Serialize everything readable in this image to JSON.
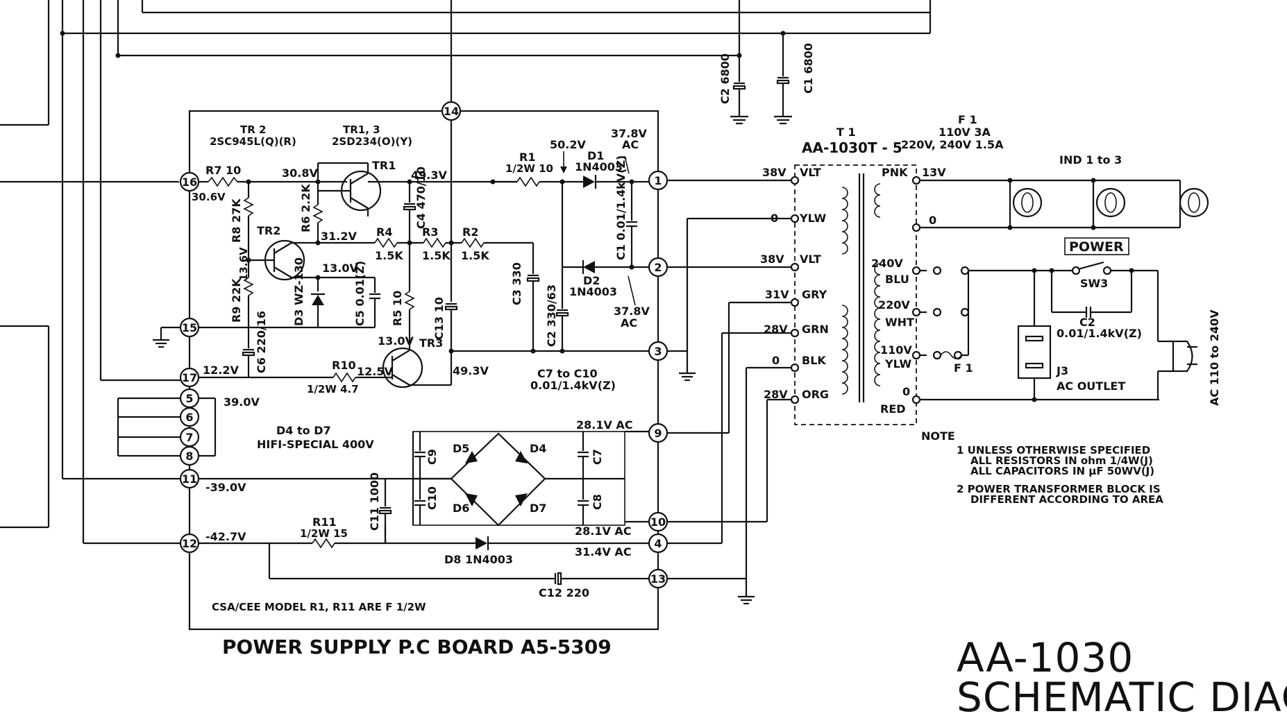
{
  "title": {
    "model": "AA-1030",
    "sub": "SCHEMATIC DIAG"
  },
  "board": {
    "label": "POWER SUPPLY  P.C BOARD  A5-5309",
    "csa_note": "CSA/CEE  MODEL  R1, R11  ARE F 1/2W"
  },
  "transistors": {
    "tr2_head": "TR 2",
    "tr2_part": "2SC945L(Q)(R)",
    "tr13_head": "TR1, 3",
    "tr13_part": "2SD234(O)(Y)",
    "tr1": "TR1",
    "tr2": "TR2",
    "tr3": "TR3"
  },
  "terminals": [
    "14",
    "16",
    "15",
    "17",
    "5",
    "6",
    "7",
    "8",
    "11",
    "12",
    "1",
    "2",
    "3",
    "9",
    "10",
    "4",
    "13"
  ],
  "voltages": {
    "v308": "30.8V",
    "v306": "30.6V",
    "v493": "49.3V",
    "v312": "31.2V",
    "v130": "13.0V",
    "v136": "13.6V",
    "v130b": "13.0V",
    "v125": "12.5V",
    "v122": "12.2V",
    "v493b": "49.3V",
    "v390": "39.0V",
    "vm390": "-39.0V",
    "vm427": "-42.7V",
    "v502": "50.2V",
    "v378a": "37.8V",
    "ac": "AC",
    "v378b": "37.8V",
    "acb": "AC",
    "v281a": "28.1V AC",
    "v281b": "28.1V AC",
    "v314": "31.4V AC"
  },
  "components": {
    "r7": "R7  10",
    "r8": "R8  27K",
    "r6": "R6  2.2K",
    "r9": "R9  22K",
    "d3": "D3  WZ-130",
    "c5": "C5  0.01(Z)",
    "r5": "R5  10",
    "c13": "C13  10",
    "c4": "C4  470/10",
    "r4": "R4",
    "r4v": "1.5K",
    "r3": "R3",
    "r3v": "1.5K",
    "r2": "R2",
    "r2v": "1.5K",
    "c3": "C3  330",
    "c2": "C2  330/63",
    "r1": "R1",
    "r1v": "1/2W  10",
    "d1": "D1",
    "d1v": "1N4003",
    "d2": "D2",
    "d2v": "1N4003",
    "c1": "C1  0.01/1.4kV(Z)",
    "r10": "R10",
    "r10v": "1/2W 4.7",
    "c6": "C6  220/16",
    "c7c10": "C7  to  C10",
    "c7c10v": "0.01/1.4kV(Z)",
    "d4d7": "D4  to  D7",
    "d4d7v": "HIFI-SPECIAL  400V",
    "d5": "D5",
    "d4": "D4",
    "d6": "D6",
    "d7": "D7",
    "c9": "C9",
    "c7": "C7",
    "c10": "C10",
    "c8": "C8",
    "c11": "C11  1000",
    "r11": "R11",
    "r11v": "1/2W  15",
    "d8": "D8  1N4003",
    "c12": "C12  220",
    "c2top": "C2  6800",
    "c1top": "C1  6800"
  },
  "transformer": {
    "name": "T 1",
    "part": "AA-1030T - 5",
    "prim": [
      "VLT",
      "YLW",
      "VLT",
      "GRY",
      "GRN",
      "BLK",
      "ORG"
    ],
    "prim_v": [
      "38V",
      "0",
      "38V",
      "31V",
      "28V",
      "0",
      "28V"
    ],
    "sec": [
      "PNK",
      "BLU",
      "WHT",
      "YLW",
      "RED"
    ],
    "sec_v": [
      "13V",
      "0",
      "240V",
      "220V",
      "110V",
      "0"
    ]
  },
  "mains": {
    "fuse_head": "F 1",
    "fuse1": "110V   3A",
    "fuse2": "220V, 240V  1.5A",
    "ind": "IND 1 to 3",
    "power": "POWER",
    "sw3": "SW3",
    "c2": "C2",
    "c2v": "0.01/1.4kV(Z)",
    "f1": "F 1",
    "j3": "J3",
    "outlet": "AC OUTLET",
    "ac_in": "AC 110 to 240V"
  },
  "note": {
    "head": "NOTE",
    "l1": "1  UNLESS OTHERWISE SPECIFIED",
    "l2": "ALL RESISTORS IN ohm  1/4W(J)",
    "l3": "ALL CAPACITORS IN μF 50WV(J)",
    "l4": "2  POWER TRANSFORMER BLOCK IS",
    "l5": "DIFFERENT ACCORDING TO AREA"
  }
}
